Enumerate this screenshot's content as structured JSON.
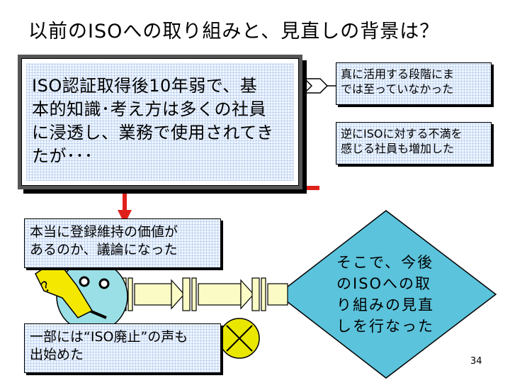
{
  "title": "以前のISOへの取り組みと、見直しの背景は？",
  "main_box": {
    "lines": [
      "ISO認証取得後10年弱で、基",
      "本的知識･考え方は多くの社員",
      "に浸透し、業務で使用されてき",
      "たが･･･"
    ]
  },
  "callout_top_right": {
    "lines": [
      "真に活用する段階にま",
      "では至っていなかった"
    ]
  },
  "callout_mid_right": {
    "lines": [
      "逆にISOに対する不満を",
      "感じる社員も増加した"
    ]
  },
  "callout_left_top": {
    "lines": [
      "本当に登録維持の価値が",
      "あるのか、議論になった"
    ]
  },
  "callout_left_bottom": {
    "lines": [
      "一部には“ISO廃止”の声も",
      "出始めた"
    ]
  },
  "question_mark": "？",
  "diamond": {
    "lines": [
      "そこで、今後",
      "のISOへの取",
      "り組みの見直",
      "しを行なった"
    ]
  },
  "page_number": "34",
  "colors": {
    "main_arrow": "#e0201a",
    "diamond_fill": "#5bc3dc",
    "tube_fill": "#fbfbc6",
    "face_fill": "#9adfe6",
    "cross_circle": "#e9e600",
    "question_fill": "#f4e800"
  }
}
